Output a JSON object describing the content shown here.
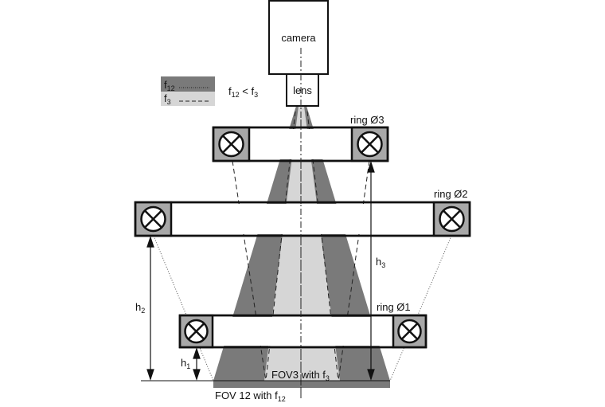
{
  "labels": {
    "camera": "camera",
    "lens": "lens",
    "ring3": "ring Ø3",
    "ring2": "ring Ø2",
    "ring1": "ring Ø1",
    "h1": "h",
    "h1_sub": "1",
    "h2": "h",
    "h2_sub": "2",
    "h3": "h",
    "h3_sub": "3",
    "fov3": "FOV3 with f",
    "fov3_sub": "3",
    "fov12": "FOV 12 with f",
    "fov12_sub": "12"
  },
  "legend": {
    "f12": "f",
    "f12_sub": "12",
    "f3": "f",
    "f3_sub": "3",
    "relation_a": "f",
    "relation_a_sub": "12",
    "relation_op": " < f",
    "relation_b_sub": "3"
  },
  "colors": {
    "dark_gray": "#7a7a7a",
    "light_gray": "#d6d6d6",
    "lamp_fill": "#a8a8a8"
  }
}
